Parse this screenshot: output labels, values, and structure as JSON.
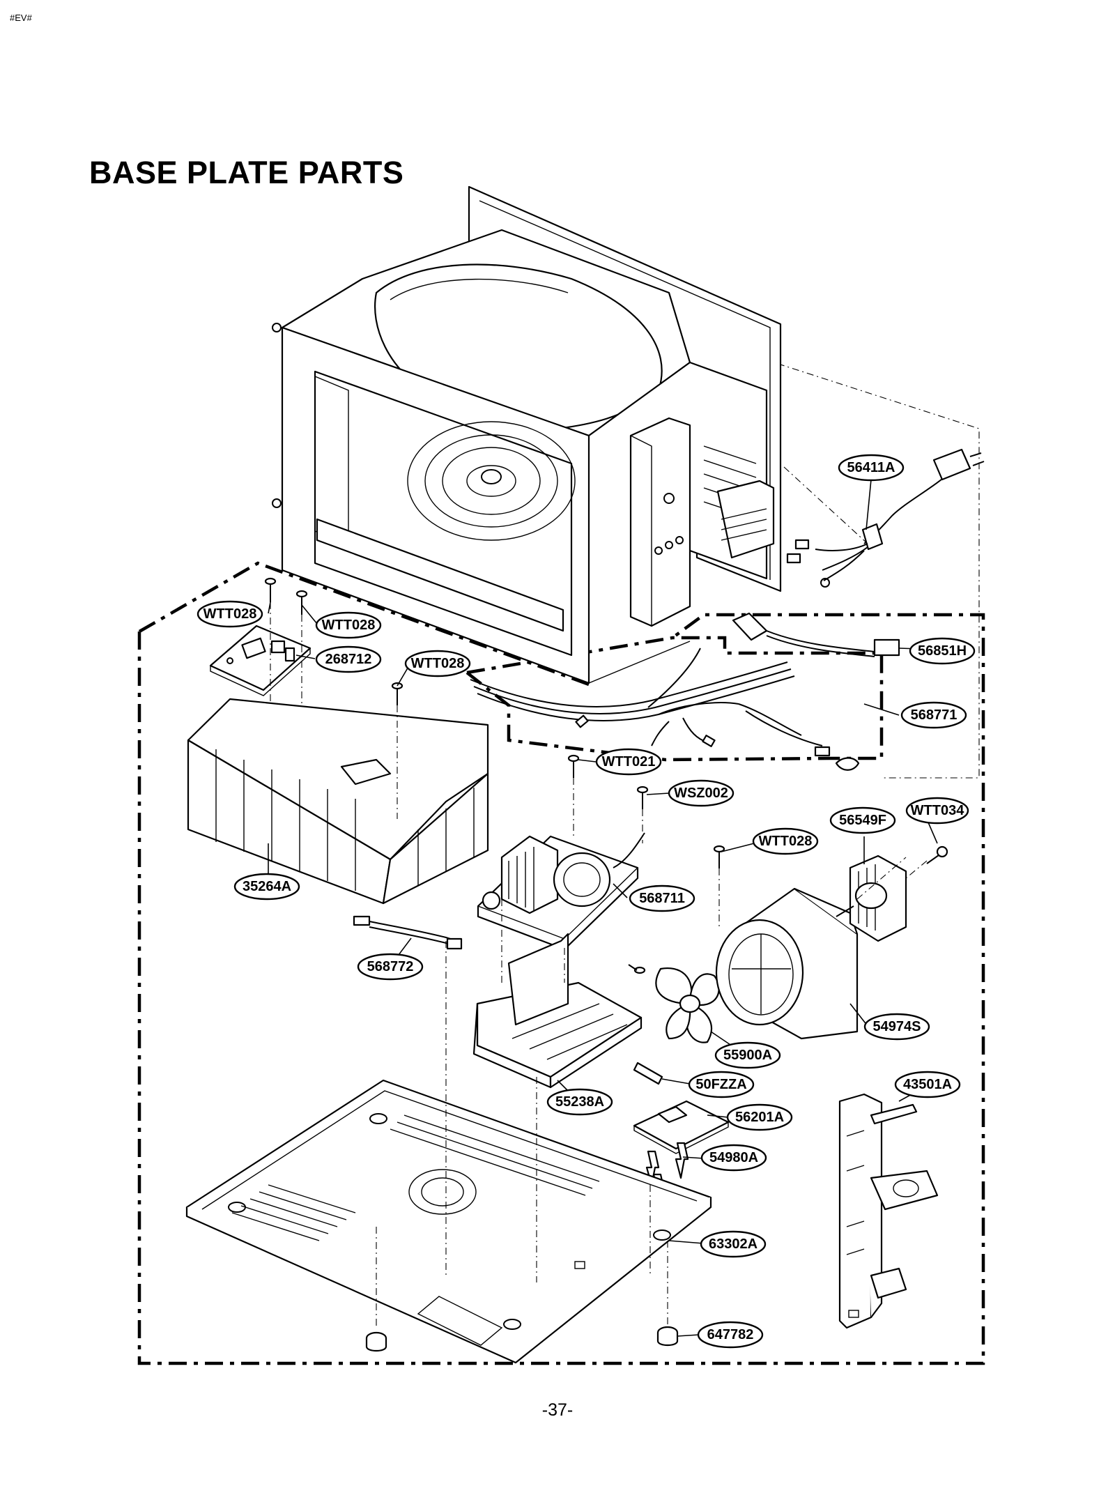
{
  "header_code": "#EV#",
  "title": "BASE PLATE PARTS",
  "page_number": "-37-",
  "parts": [
    {
      "id": "p-56411A",
      "label": "56411A"
    },
    {
      "id": "p-WTT028a",
      "label": "WTT028"
    },
    {
      "id": "p-WTT028b",
      "label": "WTT028"
    },
    {
      "id": "p-268712",
      "label": "268712"
    },
    {
      "id": "p-WTT028c",
      "label": "WTT028"
    },
    {
      "id": "p-56851H",
      "label": "56851H"
    },
    {
      "id": "p-568771",
      "label": "568771"
    },
    {
      "id": "p-WTT021",
      "label": "WTT021"
    },
    {
      "id": "p-WSZ002",
      "label": "WSZ002"
    },
    {
      "id": "p-56549F",
      "label": "56549F"
    },
    {
      "id": "p-WTT034",
      "label": "WTT034"
    },
    {
      "id": "p-WTT028d",
      "label": "WTT028"
    },
    {
      "id": "p-35264A",
      "label": "35264A"
    },
    {
      "id": "p-568711",
      "label": "568711"
    },
    {
      "id": "p-568772",
      "label": "568772"
    },
    {
      "id": "p-54974S",
      "label": "54974S"
    },
    {
      "id": "p-55900A",
      "label": "55900A"
    },
    {
      "id": "p-50FZZA",
      "label": "50FZZA"
    },
    {
      "id": "p-55238A",
      "label": "55238A"
    },
    {
      "id": "p-56201A",
      "label": "56201A"
    },
    {
      "id": "p-43501A",
      "label": "43501A"
    },
    {
      "id": "p-54980A",
      "label": "54980A"
    },
    {
      "id": "p-63302A",
      "label": "63302A"
    },
    {
      "id": "p-647782",
      "label": "647782"
    }
  ]
}
